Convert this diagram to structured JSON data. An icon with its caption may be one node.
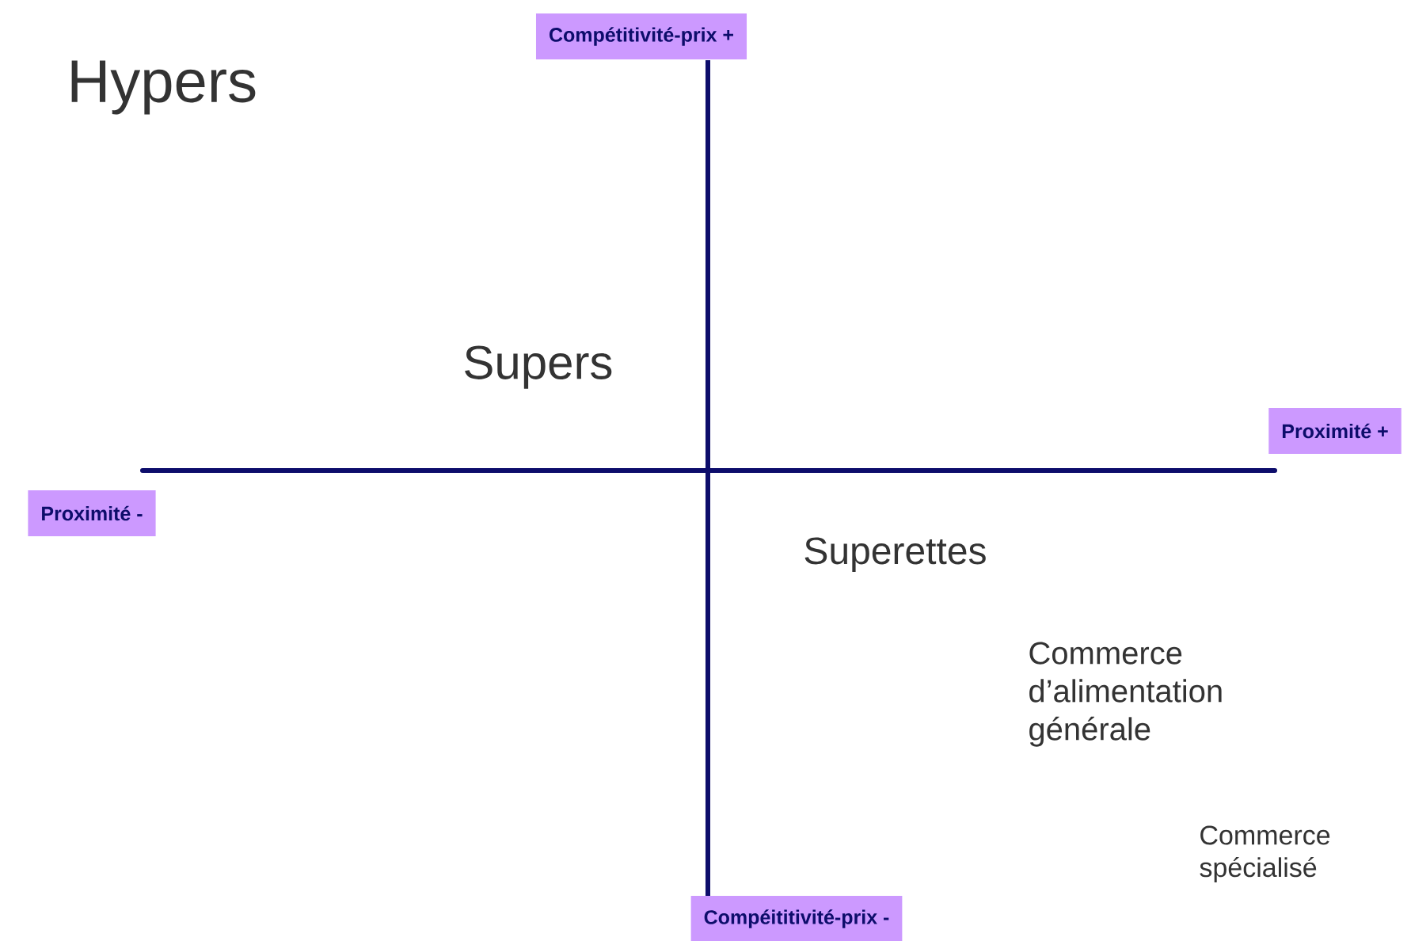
{
  "diagram": {
    "nodes": [
      {
        "text": [
          "Compétitivité-prix +"
        ]
      },
      {
        "text": [
          "Proximité -"
        ]
      },
      {
        "text": [
          "Proximité  +"
        ]
      },
      {
        "text": [
          "Compéititivité-prix  -"
        ]
      }
    ],
    "labels": [
      "Hypers",
      "Supers",
      "Superettes",
      "Commerce d’alimentation générale",
      "Commerce spécialisé"
    ]
  }
}
